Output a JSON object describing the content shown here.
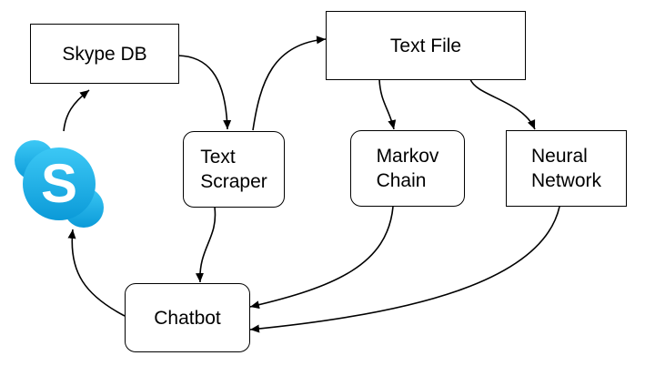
{
  "nodes": {
    "skype_db": {
      "label": "Skype DB"
    },
    "text_file": {
      "label": "Text File"
    },
    "text_scraper": {
      "line1": "Text",
      "line2": "Scraper"
    },
    "markov_chain": {
      "line1": "Markov",
      "line2": "Chain"
    },
    "neural_network": {
      "line1": "Neural",
      "line2": "Network"
    },
    "chatbot": {
      "label": "Chatbot"
    }
  },
  "logo": {
    "icon": "skype-logo-icon",
    "letter": "S",
    "color_light": "#3cc8f5",
    "color_dark": "#0b9ad8"
  },
  "edges": [
    {
      "from": "skype_db",
      "to": "text_scraper"
    },
    {
      "from": "text_scraper",
      "to": "text_file"
    },
    {
      "from": "text_file",
      "to": "markov_chain"
    },
    {
      "from": "text_file",
      "to": "neural_network"
    },
    {
      "from": "text_scraper",
      "to": "chatbot"
    },
    {
      "from": "markov_chain",
      "to": "chatbot"
    },
    {
      "from": "neural_network",
      "to": "chatbot"
    },
    {
      "from": "chatbot",
      "to": "skype_logo"
    },
    {
      "from": "skype_logo",
      "to": "skype_db"
    }
  ]
}
